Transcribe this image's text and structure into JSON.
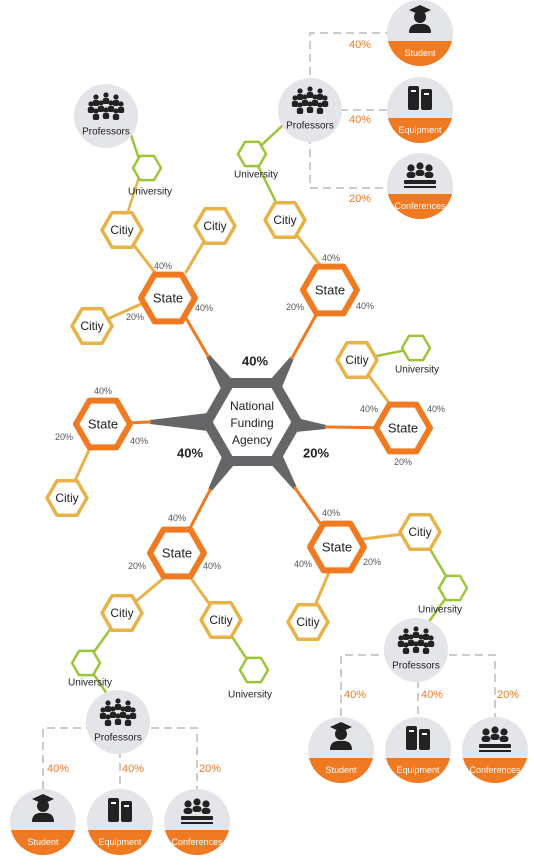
{
  "center": {
    "label_lines": [
      "National",
      "Funding",
      "Agency"
    ]
  },
  "labels": {
    "state": "State",
    "city": "Citiy",
    "university": "University",
    "professors": "Professors",
    "student": "Student",
    "equipment": "Equipment",
    "conferences": "Conferences"
  },
  "percents": {
    "p40": "40%",
    "p20": "20%"
  },
  "colors": {
    "hub": "#666668",
    "orange": "#F07A22",
    "yellow": "#E8B24A",
    "green": "#9DC43A",
    "gray_circle": "#E4E5E9",
    "text": "#222222",
    "pct_gray": "#555555",
    "pct_orange": "#F07A22",
    "dash": "#CCCCCC"
  },
  "icons": {
    "professors": "group-icon",
    "student": "graduate-icon",
    "equipment": "equipment-icon",
    "conferences": "conference-icon"
  }
}
